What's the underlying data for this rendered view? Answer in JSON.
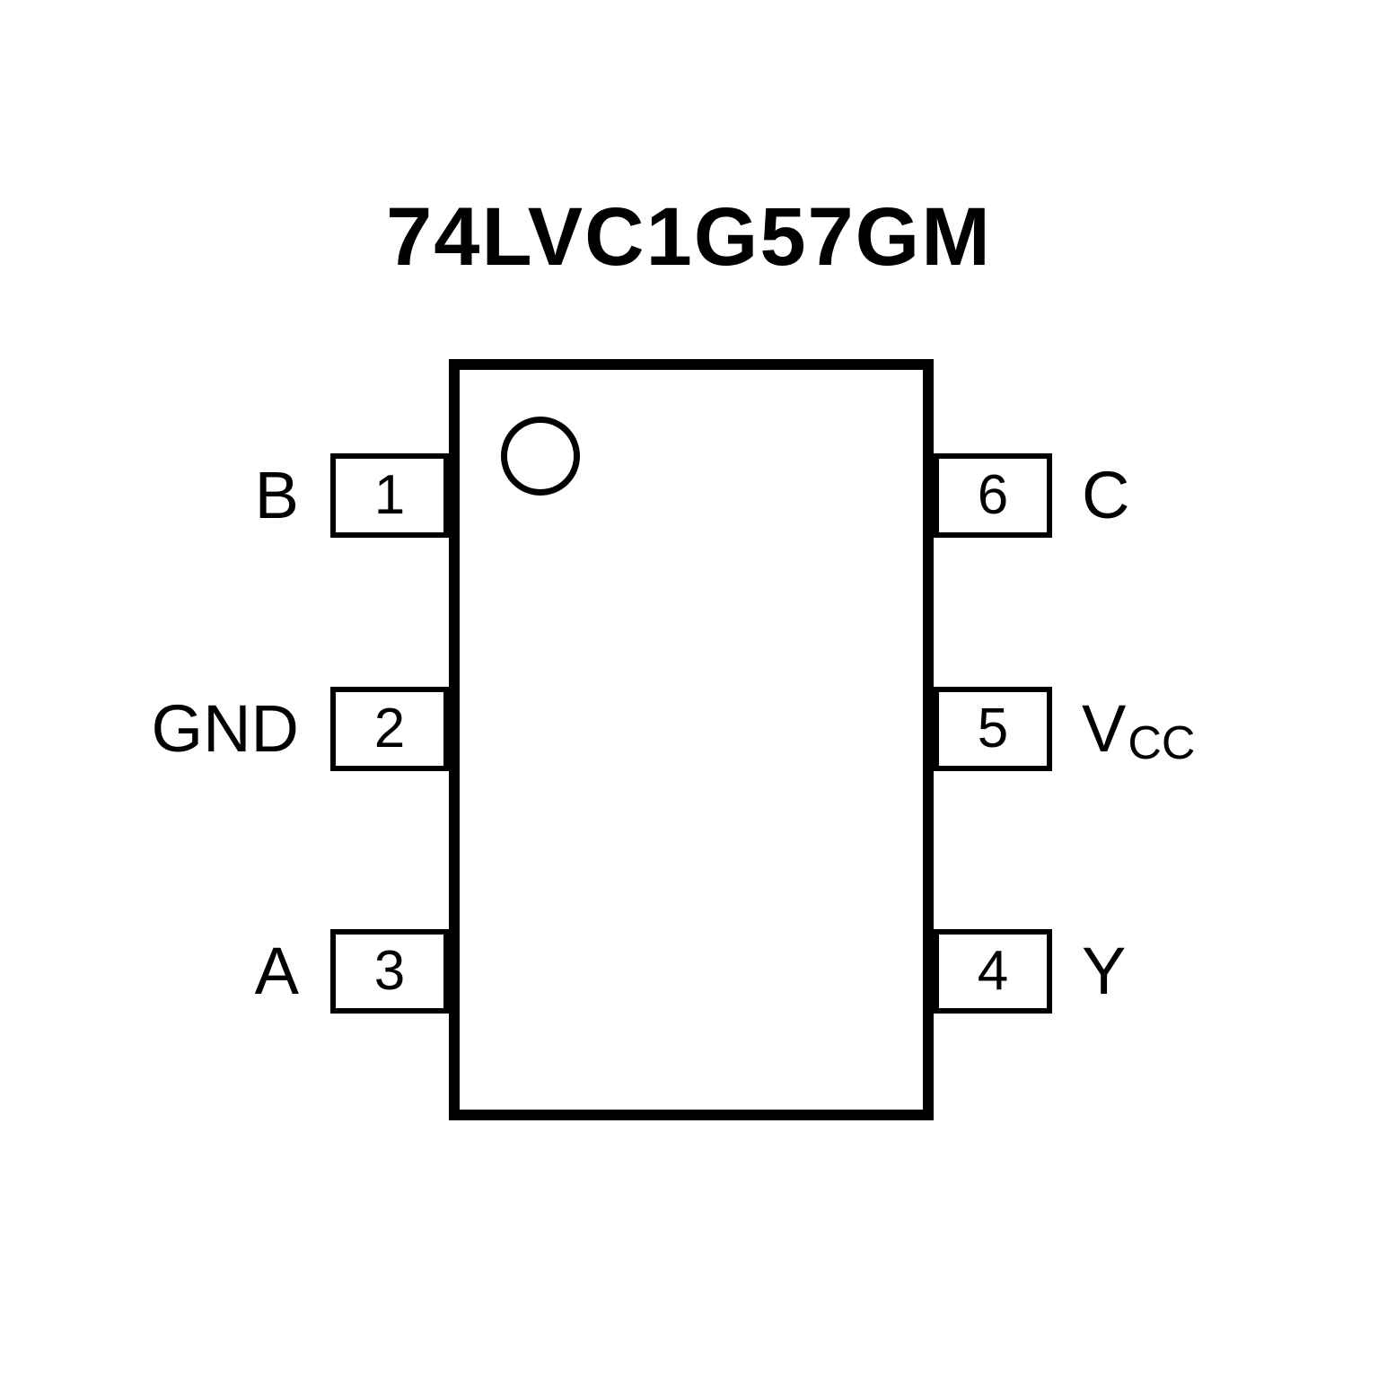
{
  "title": "74LVC1G57GM",
  "pins": {
    "left": [
      {
        "number": "1",
        "label": "B",
        "sub": ""
      },
      {
        "number": "2",
        "label": "GND",
        "sub": ""
      },
      {
        "number": "3",
        "label": "A",
        "sub": ""
      }
    ],
    "right": [
      {
        "number": "6",
        "label": "C",
        "sub": ""
      },
      {
        "number": "5",
        "label": "V",
        "sub": "CC"
      },
      {
        "number": "4",
        "label": "Y",
        "sub": ""
      }
    ]
  }
}
